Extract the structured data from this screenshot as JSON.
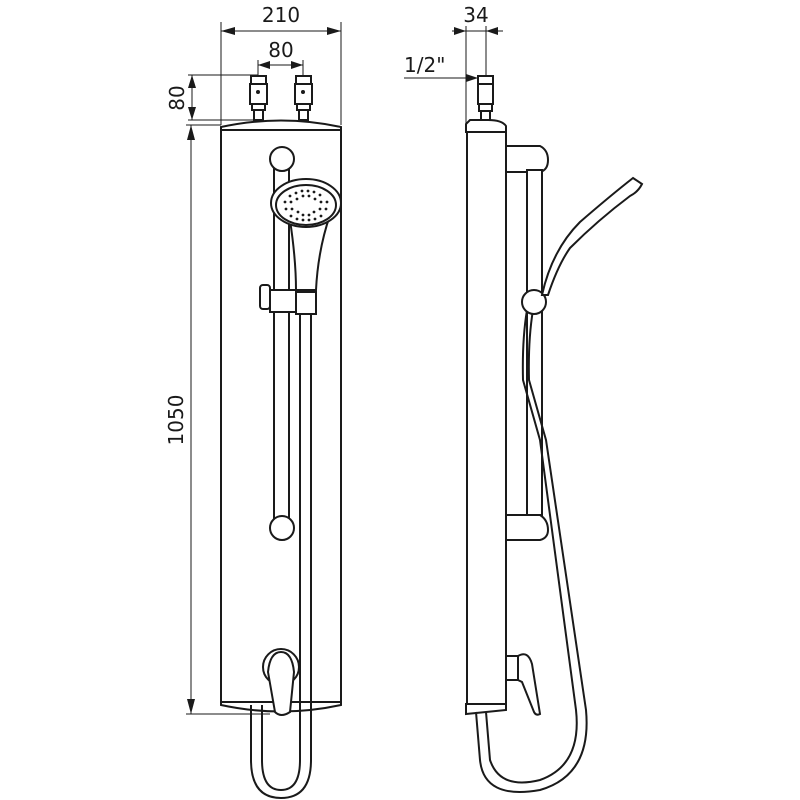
{
  "drawing": {
    "title": "Shower panel technical drawing",
    "views": [
      "front-view",
      "side-view"
    ],
    "stroke_color": "#1a1a1a",
    "background": "#ffffff"
  },
  "front_view": {
    "dimensions": {
      "overall_width": "210",
      "inlet_spacing": "80",
      "inlet_height": "80",
      "panel_height": "1050"
    }
  },
  "side_view": {
    "dimensions": {
      "depth": "34",
      "inlet_thread": "1/2\""
    }
  }
}
